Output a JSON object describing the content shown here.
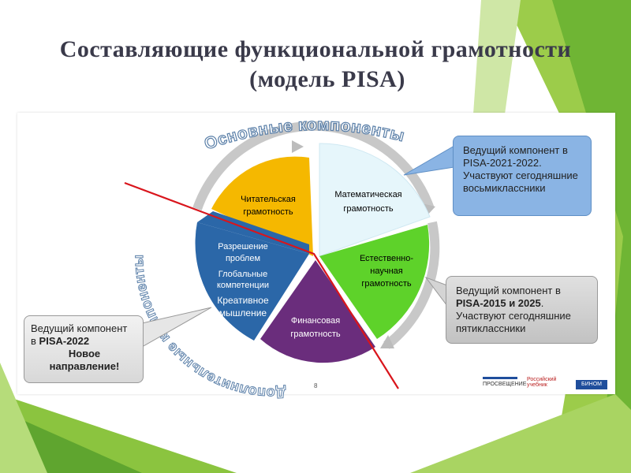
{
  "title_line1": "Составляющие функциональной грамотности",
  "title_line2": "(модель PISA)",
  "arc_top_label": "Основные компоненты",
  "arc_left_label": "Дополнительные компоненты",
  "segments": {
    "reading": [
      "Читательская",
      "грамотность"
    ],
    "math": [
      "Математическая",
      "грамотность"
    ],
    "science": [
      "Естественно-",
      "научная",
      "грамотность"
    ],
    "finance": [
      "Финансовая",
      "грамотность"
    ],
    "problem": [
      "Разрешение",
      "проблем",
      "Глобальные",
      "компетенции",
      "Креативное",
      "мышление"
    ]
  },
  "callout_top": {
    "line1": "Ведущий компонент в",
    "line2": "PISA-2021-2022",
    "line2_suffix": ".",
    "line3": "Участвуют сегодняшние",
    "line4": "восьмиклассники"
  },
  "callout_mid": {
    "line1": "Ведущий компонент в",
    "line2": "PISA-2015 и 2025",
    "line2_suffix": ".",
    "line3": "Участвуют сегодняшние",
    "line4": "пятиклассники"
  },
  "callout_left": {
    "line1": "Ведущий компонент",
    "line2_prefix": "в ",
    "line2": "PISA-2022",
    "line3": "Новое",
    "line4": "направление!"
  },
  "page_number": "8",
  "logos": {
    "prosv": "ПРОСВЕЩЕНИЕ",
    "ru_textbook": "Российский учебник",
    "binom": "БИНОМ"
  },
  "colors": {
    "reading": "#f5b800",
    "math": "#e6f6fb",
    "science": "#5ed22a",
    "finance": "#6a2d7c",
    "problem": "#2b67a8",
    "green_bg": "#7fbf3a",
    "divider": "#d9151c"
  }
}
